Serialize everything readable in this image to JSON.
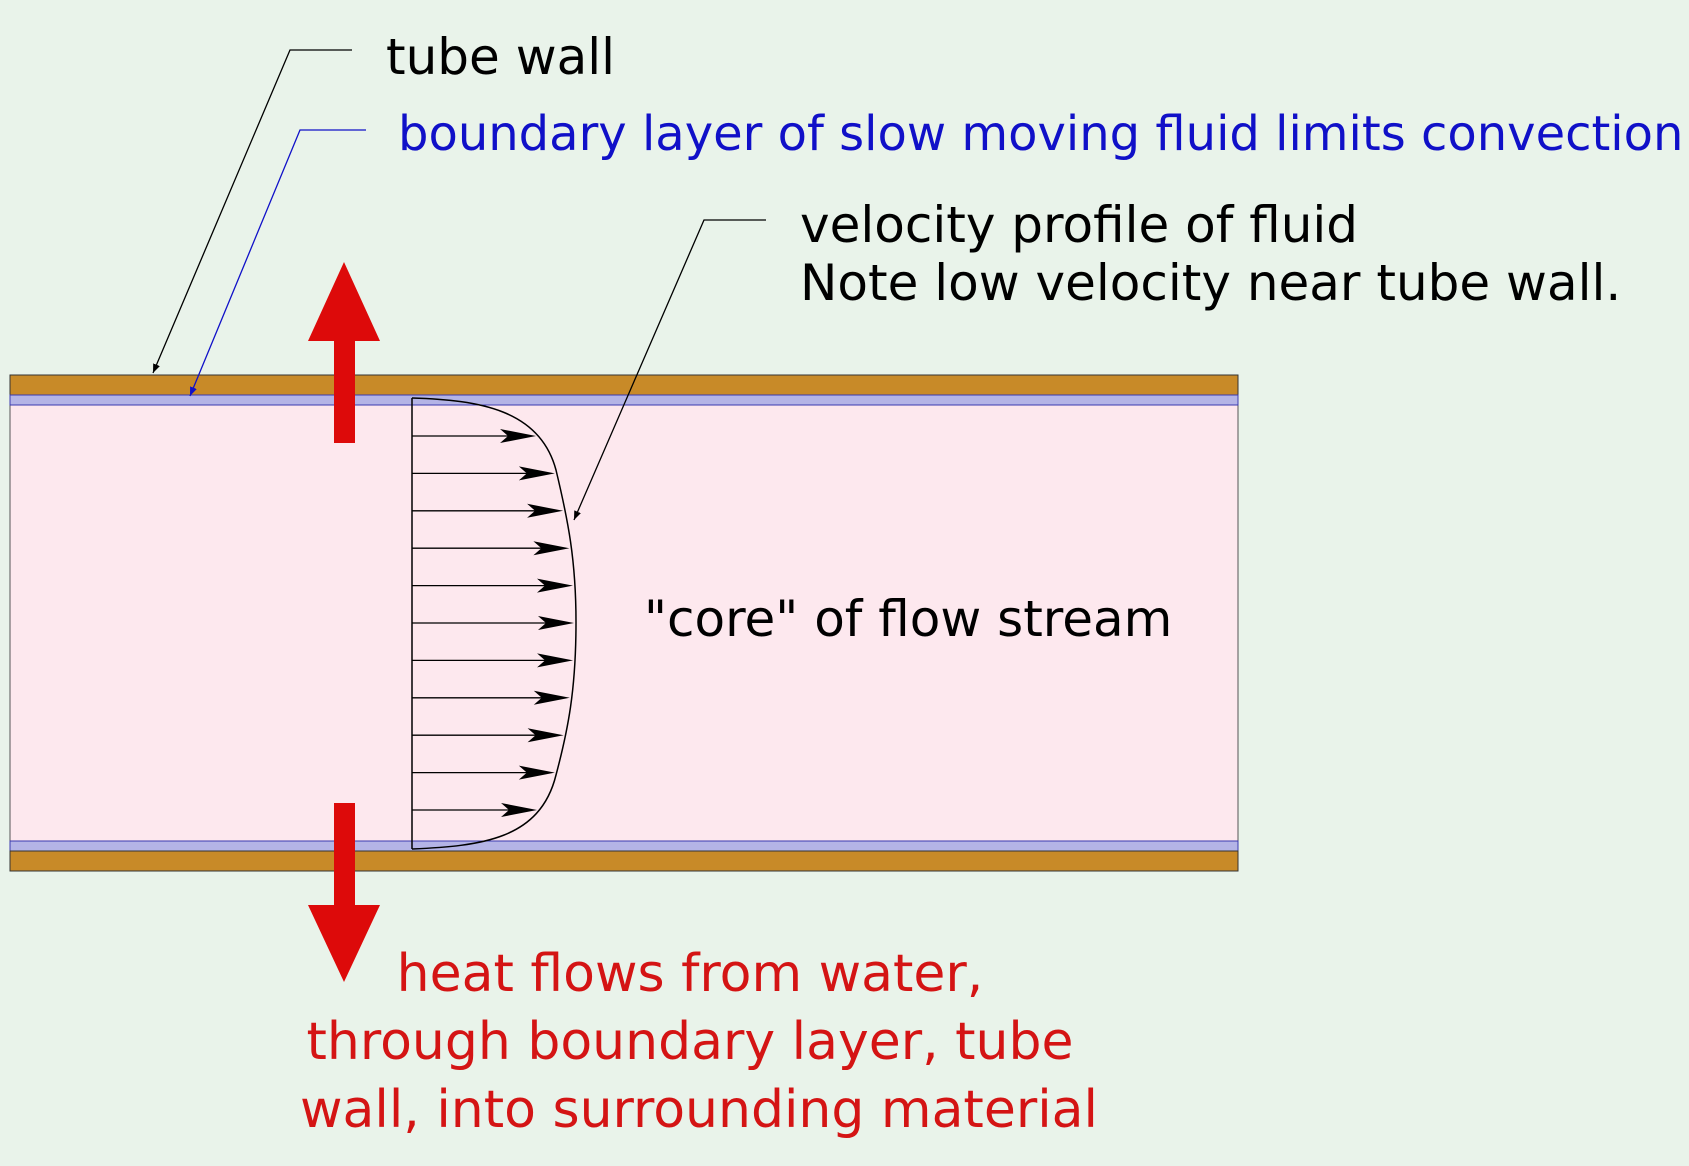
{
  "labels": {
    "tube_wall": "tube wall",
    "boundary_layer": "boundary layer of slow moving fluid limits convection",
    "velocity_profile_line1": "velocity profile of fluid",
    "velocity_profile_line2": "Note low velocity near tube wall.",
    "core": "\"core\" of flow stream",
    "heat_line1": "heat flows from water,",
    "heat_line2": "through boundary layer, tube",
    "heat_line3": "wall, into surrounding material"
  },
  "colors": {
    "background": "#e9f3ea",
    "tube_wall": "#c88a28",
    "boundary_layer": "#b4b4e6",
    "fluid": "#fde8ee",
    "heat_arrow": "#dd0a0a",
    "text_black": "#000000",
    "text_blue": "#1010c8",
    "text_red": "#d41414"
  },
  "velocity_profile": {
    "arrow_count": 11
  }
}
